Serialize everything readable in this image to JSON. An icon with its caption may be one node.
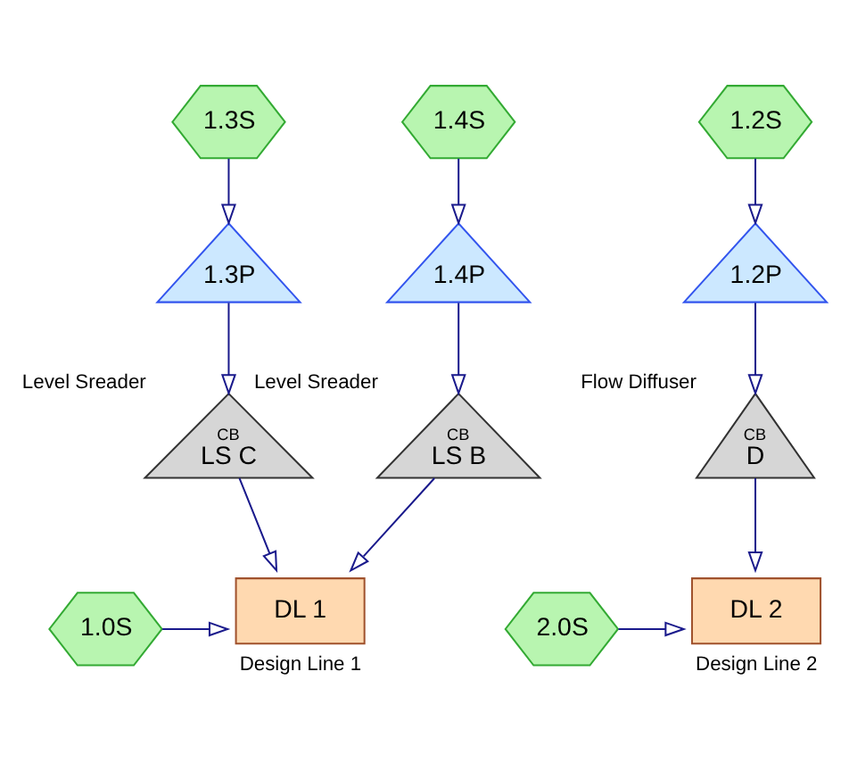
{
  "diagram": {
    "nodes": [
      {
        "text": [
          "1.3S"
        ]
      },
      {
        "text": [
          "1.4S"
        ]
      },
      {
        "text": [
          "1.2S"
        ]
      },
      {
        "text": [
          "1.3P"
        ]
      },
      {
        "text": [
          "1.4P"
        ]
      },
      {
        "text": [
          "1.2P"
        ]
      },
      {
        "text": [
          "CB",
          "LS C"
        ],
        "beside": [
          "Level Sreader"
        ]
      },
      {
        "text": [
          "CB",
          "LS B"
        ],
        "beside": [
          "Level Sreader"
        ]
      },
      {
        "text": [
          "CB",
          "D"
        ],
        "beside": [
          "Flow Diffuser"
        ]
      },
      {
        "text": [
          "1.0S"
        ]
      },
      {
        "text": [
          "DL 1"
        ],
        "beside": [
          "Design Line 1"
        ]
      },
      {
        "text": [
          "2.0S"
        ]
      },
      {
        "text": [
          "DL 2"
        ],
        "beside": [
          "Design Line 2"
        ]
      }
    ],
    "edges": [
      {
        "from": 0,
        "to": 3,
        "arrow": "to"
      },
      {
        "from": 1,
        "to": 4,
        "arrow": "to"
      },
      {
        "from": 2,
        "to": 5,
        "arrow": "to"
      },
      {
        "from": 3,
        "to": 6,
        "arrow": "to"
      },
      {
        "from": 4,
        "to": 7,
        "arrow": "to"
      },
      {
        "from": 5,
        "to": 8,
        "arrow": "to"
      },
      {
        "from": 6,
        "to": 10,
        "arrow": "to"
      },
      {
        "from": 7,
        "to": 10,
        "arrow": "to"
      },
      {
        "from": 8,
        "to": 12,
        "arrow": "to"
      },
      {
        "from": 9,
        "to": 10,
        "arrow": "to"
      },
      {
        "from": 11,
        "to": 12,
        "arrow": "to"
      }
    ]
  }
}
